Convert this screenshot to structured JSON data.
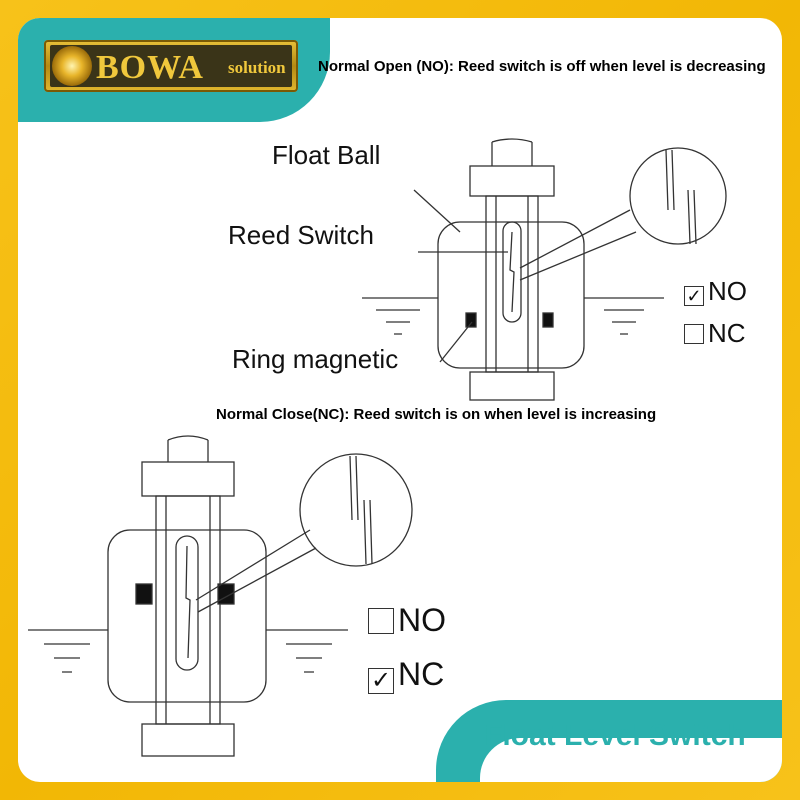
{
  "brand": {
    "name": "BOWA",
    "suffix": "solution",
    "url": "www.bowasolution.com"
  },
  "title": "Float Level Switch",
  "top_diagram": {
    "caption": "Normal Open (NO): Reed switch is off when level is decreasing",
    "labels": {
      "float_ball": "Float Ball",
      "reed_switch": "Reed Switch",
      "ring_magnetic": "Ring magnetic"
    },
    "options": [
      {
        "label": "NO",
        "checked": true,
        "mark": "✓"
      },
      {
        "label": "NC",
        "checked": false,
        "mark": ""
      }
    ]
  },
  "bottom_diagram": {
    "caption": "Normal Close(NC): Reed switch is on when level is increasing",
    "options": [
      {
        "label": "NO",
        "checked": false,
        "mark": ""
      },
      {
        "label": "NC",
        "checked": true,
        "mark": "✓"
      }
    ]
  },
  "colors": {
    "frame": "#f2b705",
    "accent": "#2bb0ad",
    "logo_gold": "#f0c83c"
  }
}
